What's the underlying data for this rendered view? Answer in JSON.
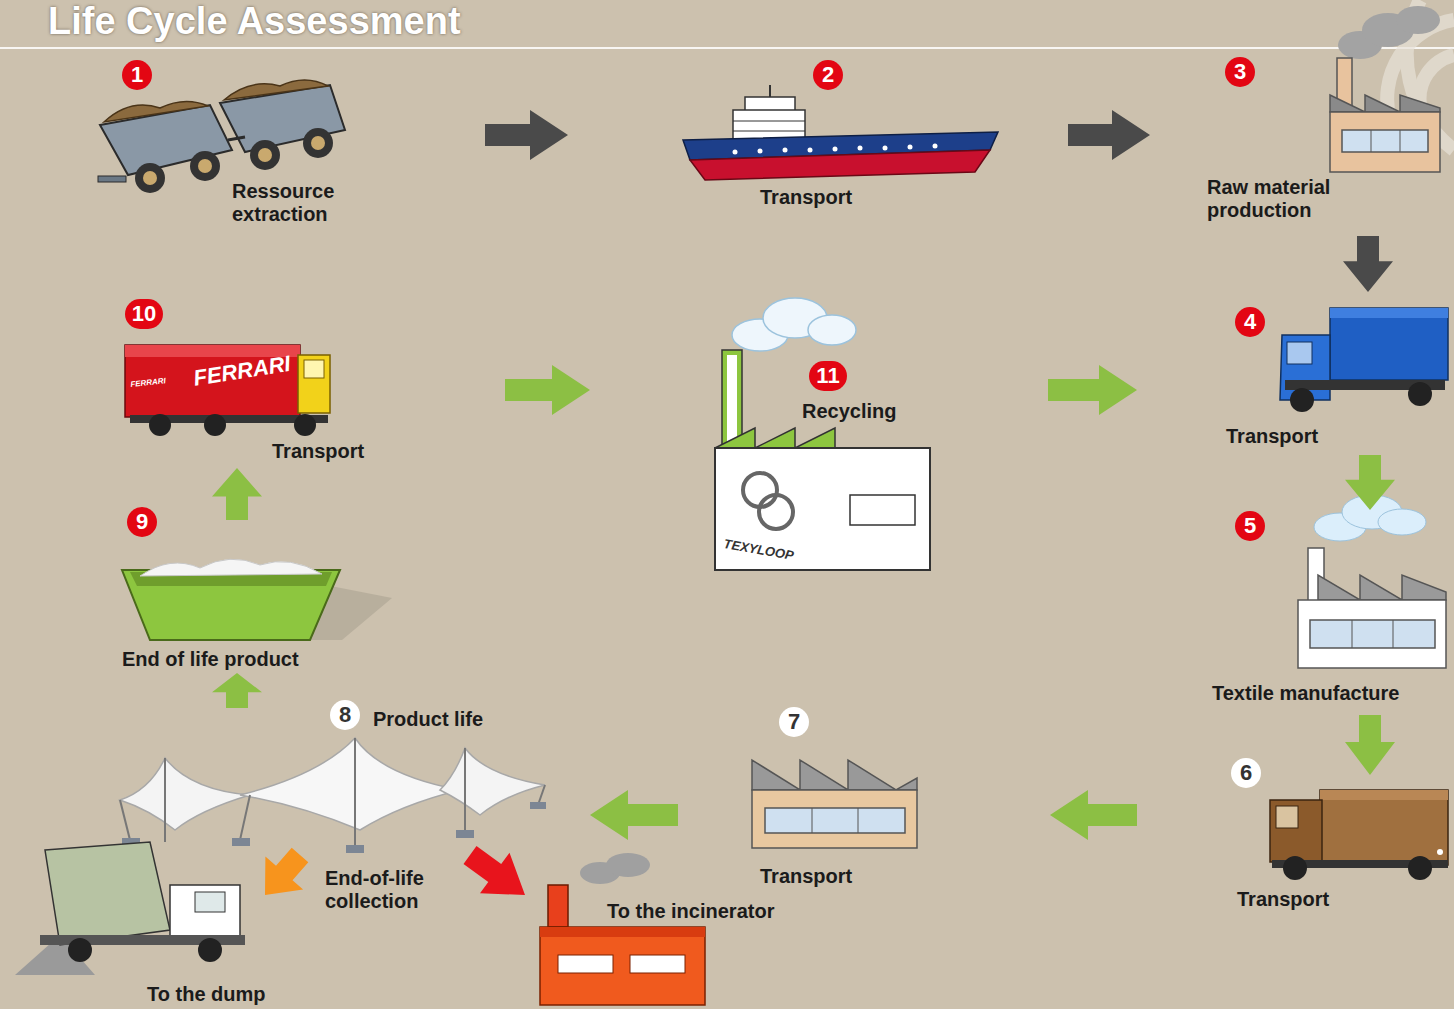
{
  "diagram": {
    "title": "Life Cycle Assessment",
    "nodes": [
      {
        "text": [
          "Ressource extraction"
        ]
      },
      {
        "text": [
          "Transport"
        ]
      },
      {
        "text": [
          "Raw material production"
        ]
      },
      {
        "text": [
          "Transport"
        ]
      },
      {
        "text": [
          "Textile manufacture"
        ]
      },
      {
        "text": [
          "Transport"
        ]
      },
      {
        "text": [
          "Transport"
        ]
      },
      {
        "text": [
          "Product life"
        ]
      },
      {
        "text": [
          "End of life product"
        ]
      },
      {
        "text": [
          "Transport"
        ]
      },
      {
        "text": [
          "Recycling"
        ]
      },
      {
        "text": [
          "To the incinerator"
        ]
      },
      {
        "text": [
          "To the dump"
        ]
      }
    ],
    "edges": [
      {
        "from": 0,
        "to": 1,
        "arrow": "to"
      },
      {
        "from": 1,
        "to": 2,
        "arrow": "to"
      },
      {
        "from": 2,
        "to": 3,
        "arrow": "to"
      },
      {
        "from": 3,
        "to": 4,
        "arrow": "to"
      },
      {
        "from": 4,
        "to": 5,
        "arrow": "to"
      },
      {
        "from": 5,
        "to": 6,
        "arrow": "to"
      },
      {
        "from": 6,
        "to": 7,
        "arrow": "to"
      },
      {
        "from": 7,
        "to": 8,
        "arrow": "to"
      },
      {
        "from": 8,
        "to": 9,
        "arrow": "to"
      },
      {
        "from": 9,
        "to": 10,
        "arrow": "to"
      },
      {
        "from": 10,
        "to": 3,
        "arrow": "to"
      },
      {
        "from": 7,
        "to": 11,
        "arrow": "to"
      },
      {
        "from": 7,
        "to": 12,
        "label": "End-of-life collection",
        "arrow": "to"
      }
    ],
    "labels": [
      "1",
      "2",
      "3",
      "4",
      "5",
      "6",
      "7",
      "8",
      "9",
      "10",
      "11",
      "FERRARI",
      "FERRARI",
      "TEXYLOOP"
    ]
  }
}
